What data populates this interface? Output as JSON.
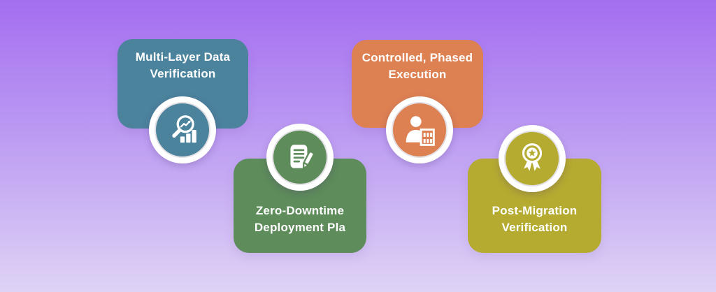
{
  "background": {
    "gradient_top": "#a46ef0",
    "gradient_mid": "#bd9df2",
    "gradient_bottom": "#ded3f5"
  },
  "style": {
    "text_color": "#ffffff",
    "icon_ring_color": "#ffffff"
  },
  "cards": [
    {
      "title_line1": "Multi-Layer Data",
      "title_line2": "Verification",
      "color": "#4b829c",
      "icon": "magnifier-bar-chart-icon"
    },
    {
      "title_line1": "Controlled, Phased",
      "title_line2": "Execution",
      "color": "#dd8153",
      "icon": "person-plan-board-icon"
    },
    {
      "title_line1": "Zero-Downtime",
      "title_line2": "Deployment Pla",
      "color": "#5e8c5b",
      "icon": "document-pencil-icon"
    },
    {
      "title_line1": "Post-Migration",
      "title_line2": "Verification",
      "color": "#b5ab31",
      "icon": "medal-star-icon"
    }
  ]
}
